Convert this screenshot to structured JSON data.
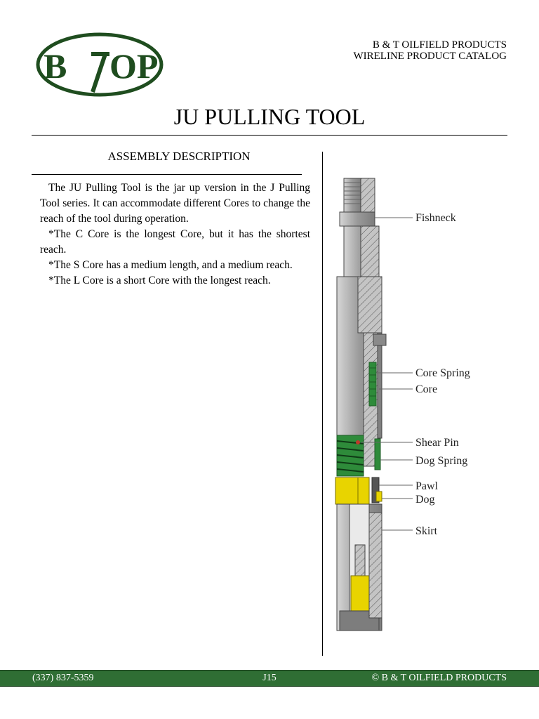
{
  "logo": {
    "text_left": "B",
    "text_right": "OP"
  },
  "header": {
    "company_line1": "B & T OILFIELD PRODUCTS",
    "company_line2": "WIRELINE PRODUCT CATALOG"
  },
  "title": "JU PULLING TOOL",
  "section": {
    "heading": "ASSEMBLY DESCRIPTION",
    "paragraphs": [
      "The JU Pulling Tool is the jar up version in the J Pulling Tool series. It can accommodate different Cores to change the reach of the tool during operation.",
      "*The C Core is the longest Core, but it has the shortest reach.",
      "*The S Core has a medium length, and a medium reach.",
      "*The L Core is a short Core with the longest reach."
    ]
  },
  "diagram": {
    "labels": {
      "fishneck": "Fishneck",
      "core_spring": "Core Spring",
      "core": "Core",
      "shear_pin": "Shear Pin",
      "dog_spring": "Dog Spring",
      "pawl": "Pawl",
      "dog": "Dog",
      "skirt": "Skirt"
    }
  },
  "footer": {
    "phone": "(337) 837-5359",
    "page": "J15",
    "copyright": "© B & T OILFIELD PRODUCTS"
  },
  "colors": {
    "brand_green": "#1f4d1f",
    "footer_green": "#2f6e34",
    "spring_green": "#2e8b3a",
    "dog_yellow": "#e8d400",
    "tool_gray": "#a9a9a9"
  }
}
